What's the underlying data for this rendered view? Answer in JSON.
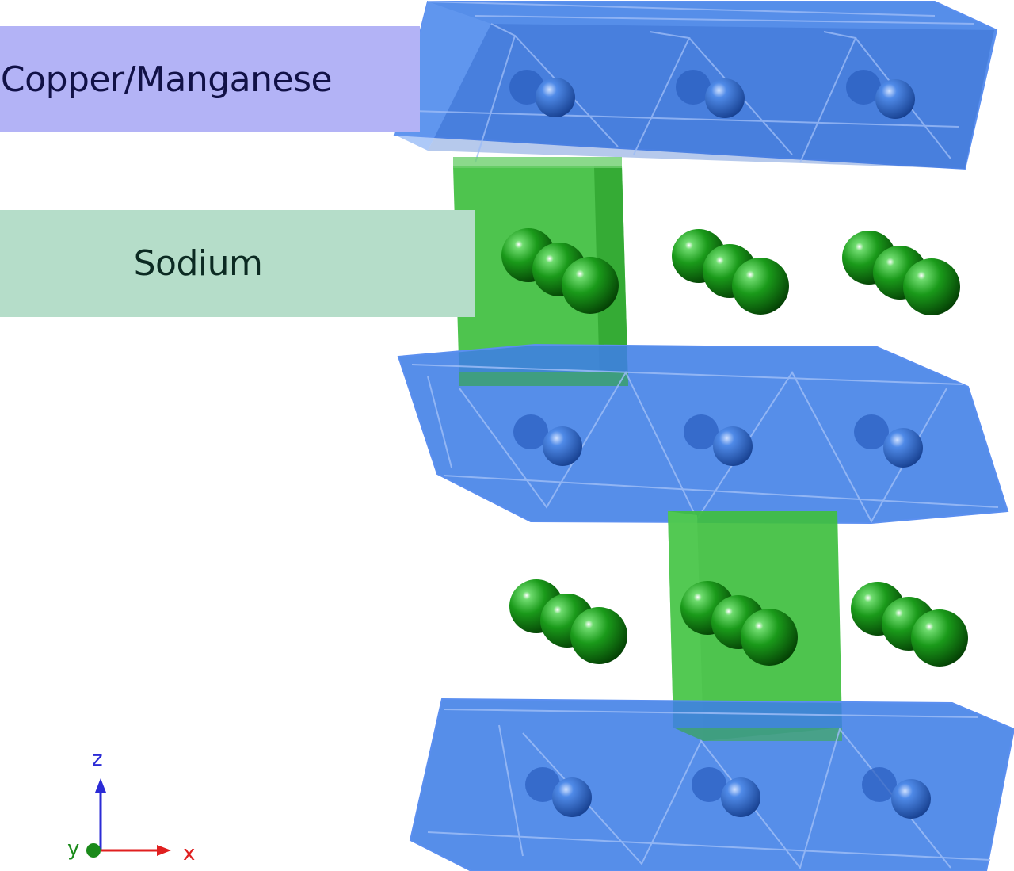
{
  "labels": {
    "copper_manganese": "Copper/Manganese",
    "sodium": "Sodium"
  },
  "axes": {
    "z": "z",
    "y": "y",
    "x": "x"
  },
  "colors": {
    "cu_mn_band": "#b3b3f6",
    "sodium_band": "#b5ddc9",
    "octahedra": "#3f7ee6",
    "sodium_atom": "#0f7a0f",
    "sodium_cell": "#3fbf3f",
    "axis_z": "#2b2bd6",
    "axis_y": "#1a8a1a",
    "axis_x": "#e01f1f"
  }
}
